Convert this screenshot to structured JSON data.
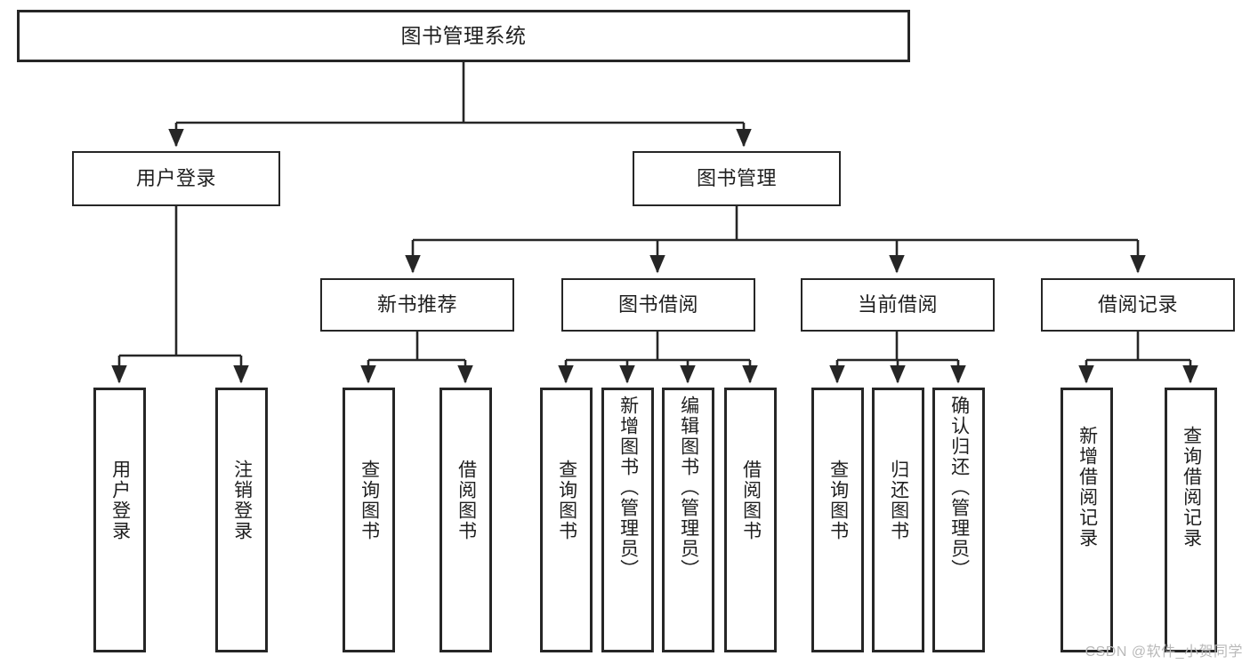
{
  "diagram": {
    "title": "图书管理系统",
    "type": "hierarchy-tree",
    "watermark": "CSDN @软件_小贺同学",
    "colors": {
      "stroke": "#262626",
      "fill": "#ffffff",
      "text": "#1f1f1f",
      "watermark": "#b9b9b9"
    },
    "levels": {
      "root": [
        "图书管理系统"
      ],
      "level2": [
        "用户登录",
        "图书管理"
      ],
      "level3": [
        "新书推荐",
        "图书借阅",
        "当前借阅",
        "借阅记录"
      ],
      "leaves": [
        "用户登录",
        "注销登录",
        "查询图书",
        "借阅图书",
        "查询图书",
        "新增图书（管理员）",
        "编辑图书（管理员）",
        "借阅图书",
        "查询图书",
        "归还图书",
        "确认归还（管理员）",
        "新增借阅记录",
        "查询借阅记录"
      ]
    },
    "nodes": {
      "root": {
        "label": "图书管理系统"
      },
      "user_login": {
        "label": "用户登录"
      },
      "book_manage": {
        "label": "图书管理"
      },
      "new_book_rec": {
        "label": "新书推荐"
      },
      "book_borrow": {
        "label": "图书借阅"
      },
      "current_borrow": {
        "label": "当前借阅"
      },
      "borrow_record": {
        "label": "借阅记录"
      },
      "leaf_user_login": {
        "label": "用户登录"
      },
      "leaf_user_logout": {
        "label": "注销登录"
      },
      "leaf_rec_query": {
        "label": "查询图书"
      },
      "leaf_rec_borrow": {
        "label": "借阅图书"
      },
      "leaf_borrow_query": {
        "label": "查询图书"
      },
      "leaf_borrow_add": {
        "label": "新增图书（管理员）"
      },
      "leaf_borrow_edit": {
        "label": "编辑图书（管理员）"
      },
      "leaf_borrow_lend": {
        "label": "借阅图书"
      },
      "leaf_cur_query": {
        "label": "查询图书"
      },
      "leaf_cur_return": {
        "label": "归还图书"
      },
      "leaf_cur_confirm": {
        "label": "确认归还（管理员）"
      },
      "leaf_rec_add": {
        "label": "新增借阅记录"
      },
      "leaf_rec_search": {
        "label": "查询借阅记录"
      }
    }
  }
}
